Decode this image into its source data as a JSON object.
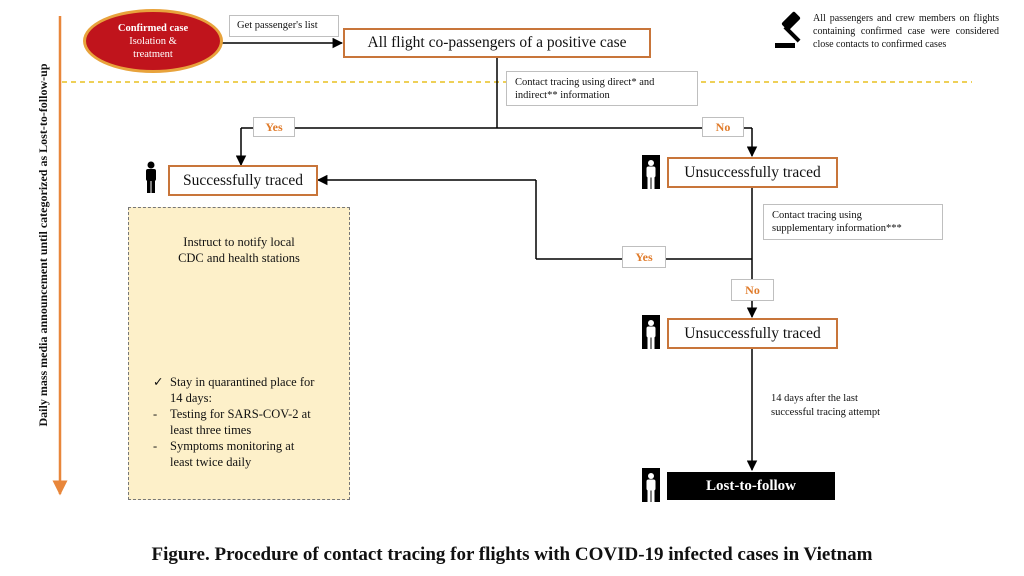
{
  "side_label": "Daily mass media announcement until categorized as Lost-to-follow-up",
  "confirmed_case": {
    "title": "Confirmed case",
    "line2": "Isolation &",
    "line3": "treatment"
  },
  "get_list": "Get passenger's list",
  "all_passengers": "All flight co-passengers  of a positive case",
  "legend_text": "All passengers and crew members on flights containing confirmed case were considered close contacts to confirmed cases",
  "contact_direct": {
    "line1": "Contact tracing using direct* and",
    "line2": "indirect** information"
  },
  "yes_label": "Yes",
  "no_label": "No",
  "successfully_traced": "Successfully traced",
  "unsuccessfully_traced": "Unsuccessfully traced",
  "supplementary": {
    "line1": "Contact tracing using",
    "line2": "supplementary information***"
  },
  "instruct": {
    "line1": "Instruct to notify local",
    "line2": "CDC and health stations"
  },
  "quarantine": {
    "item1_a": "Stay in quarantined place for",
    "item1_b": "14 days:",
    "item2_a": "Testing for SARS-COV-2 at",
    "item2_b": "least three times",
    "item3_a": "Symptoms monitoring at",
    "item3_b": "least twice daily",
    "dash": "-",
    "check": "✓"
  },
  "days_note": {
    "line1": "14 days after the last",
    "line2": "successful tracing attempt"
  },
  "lost": "Lost-to-follow",
  "caption": "Figure. Procedure of contact tracing for flights with COVID-19 infected cases in Vietnam",
  "colors": {
    "accent": "#c8753a",
    "yesno": "#e07b2a",
    "confirmed_fill": "#c0141c",
    "confirmed_border": "#e8a33c",
    "quarantine_fill": "#fdf0c9",
    "side_arrow": "#e8863a",
    "dashed_line": "#e8c020"
  }
}
